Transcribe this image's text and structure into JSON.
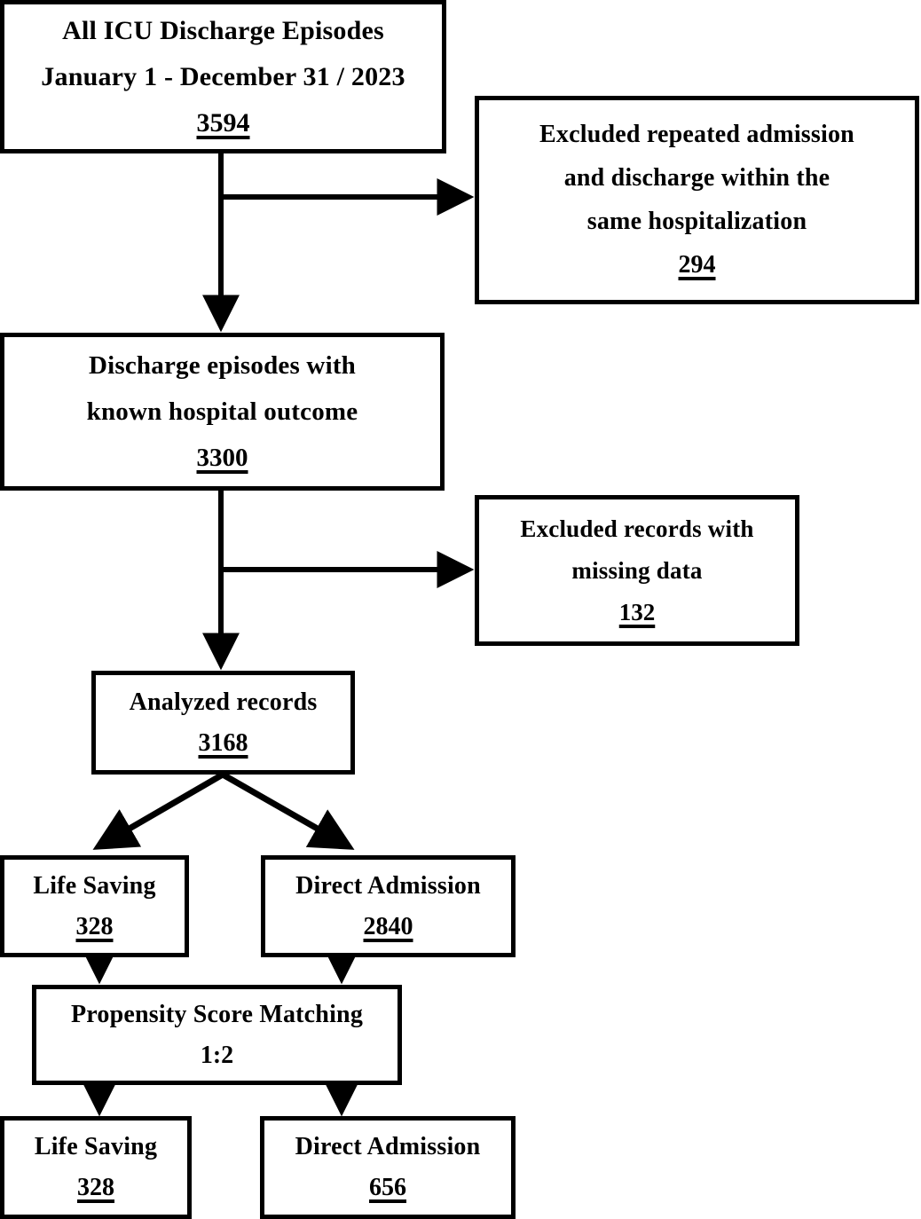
{
  "diagram": {
    "type": "flowchart",
    "title": "ICU discharge episode study selection flow",
    "stroke_color": "#000000",
    "fill_color": "#ffffff",
    "nodes": [
      {
        "id": "all-icu-discharge",
        "lines": [
          "All ICU Discharge Episodes",
          "January 1 -  December 31 / 2023"
        ],
        "count": "3594",
        "count_underlined": true
      },
      {
        "id": "excluded-repeated",
        "lines": [
          "Excluded repeated admission",
          "and discharge within the",
          "same hospitalization"
        ],
        "count": "294",
        "count_underlined": true
      },
      {
        "id": "known-outcome",
        "lines": [
          "Discharge episodes with",
          "known hospital outcome"
        ],
        "count": "3300",
        "count_underlined": true
      },
      {
        "id": "excluded-missing",
        "lines": [
          "Excluded records with",
          "missing data"
        ],
        "count": "132",
        "count_underlined": true
      },
      {
        "id": "analyzed-records",
        "lines": [
          "Analyzed records"
        ],
        "count": "3168",
        "count_underlined": true
      },
      {
        "id": "life-saving-pre",
        "lines": [
          "Life Saving"
        ],
        "count": "328",
        "count_underlined": true
      },
      {
        "id": "direct-admission-pre",
        "lines": [
          "Direct Admission"
        ],
        "count": "2840",
        "count_underlined": true
      },
      {
        "id": "propensity-matching",
        "lines": [
          "Propensity Score Matching"
        ],
        "count": "1:2",
        "count_underlined": false
      },
      {
        "id": "life-saving-post",
        "lines": [
          "Life Saving"
        ],
        "count": "328",
        "count_underlined": true
      },
      {
        "id": "direct-admission-post",
        "lines": [
          "Direct Admission"
        ],
        "count": "656",
        "count_underlined": true
      }
    ],
    "edges": [
      {
        "id": "edge-all-to-known",
        "from": "all-icu-discharge",
        "to": "known-outcome",
        "kind": "vertical-arrow"
      },
      {
        "id": "edge-all-to-excluded-repeated",
        "from": "all-icu-discharge",
        "to": "excluded-repeated",
        "kind": "elbow-right-arrow"
      },
      {
        "id": "edge-known-to-analyzed",
        "from": "known-outcome",
        "to": "analyzed-records",
        "kind": "vertical-arrow"
      },
      {
        "id": "edge-known-to-excluded-missing",
        "from": "known-outcome",
        "to": "excluded-missing",
        "kind": "elbow-right-arrow"
      },
      {
        "id": "edge-analyzed-to-life-saving",
        "from": "analyzed-records",
        "to": "life-saving-pre",
        "kind": "diagonal-arrow"
      },
      {
        "id": "edge-analyzed-to-direct-admission",
        "from": "analyzed-records",
        "to": "direct-admission-pre",
        "kind": "diagonal-arrow"
      },
      {
        "id": "edge-life-saving-to-propensity",
        "from": "life-saving-pre",
        "to": "propensity-matching",
        "kind": "vertical-arrow"
      },
      {
        "id": "edge-direct-admission-to-propensity",
        "from": "direct-admission-pre",
        "to": "propensity-matching",
        "kind": "vertical-arrow"
      },
      {
        "id": "edge-propensity-to-life-saving",
        "from": "propensity-matching",
        "to": "life-saving-post",
        "kind": "vertical-arrow"
      },
      {
        "id": "edge-propensity-to-direct-admission",
        "from": "propensity-matching",
        "to": "direct-admission-post",
        "kind": "vertical-arrow"
      }
    ]
  }
}
